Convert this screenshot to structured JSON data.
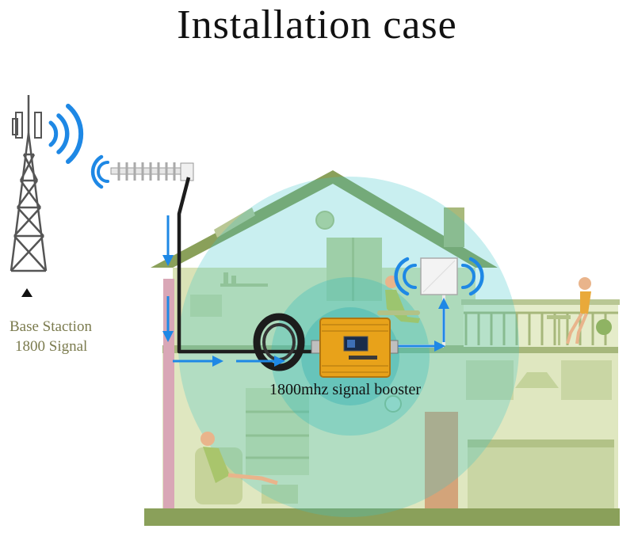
{
  "title": "Installation case",
  "base_station": {
    "line1": "Base Staction",
    "line2": "1800 Signal"
  },
  "booster": {
    "label": "1800mhz signal booster"
  },
  "colors": {
    "signal_blue": "#1e88e5",
    "house_green": "#8aa05a",
    "coverage_cyan": "#3ec7c9",
    "booster_gold": "#e8a21a",
    "label_olive": "#7b7b4e"
  }
}
